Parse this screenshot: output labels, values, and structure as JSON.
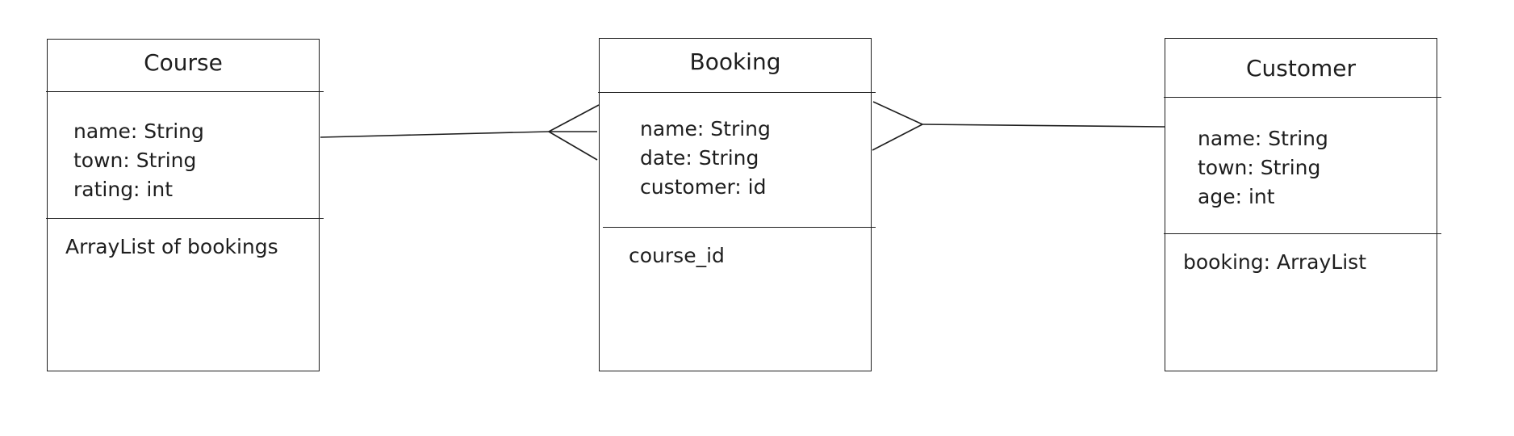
{
  "classes": {
    "course": {
      "name": "Course",
      "attributes": [
        "name: String",
        "town: String",
        "rating: int"
      ],
      "methods": [
        "ArrayList of bookings"
      ]
    },
    "booking": {
      "name": "Booking",
      "attributes": [
        "name: String",
        "date: String",
        "customer: id"
      ],
      "methods": [
        "course_id"
      ]
    },
    "customer": {
      "name": "Customer",
      "attributes": [
        "name: String",
        "town: String",
        "age: int"
      ],
      "methods": [
        "booking: ArrayList"
      ]
    }
  },
  "relationships": [
    {
      "from": "course",
      "to": "booking",
      "notation": "crow-foot",
      "many_end": "booking"
    },
    {
      "from": "booking",
      "to": "customer",
      "notation": "crow-foot",
      "many_end": "booking"
    }
  ],
  "colors": {
    "stroke": "#1e1e1e",
    "background": "#ffffff"
  }
}
